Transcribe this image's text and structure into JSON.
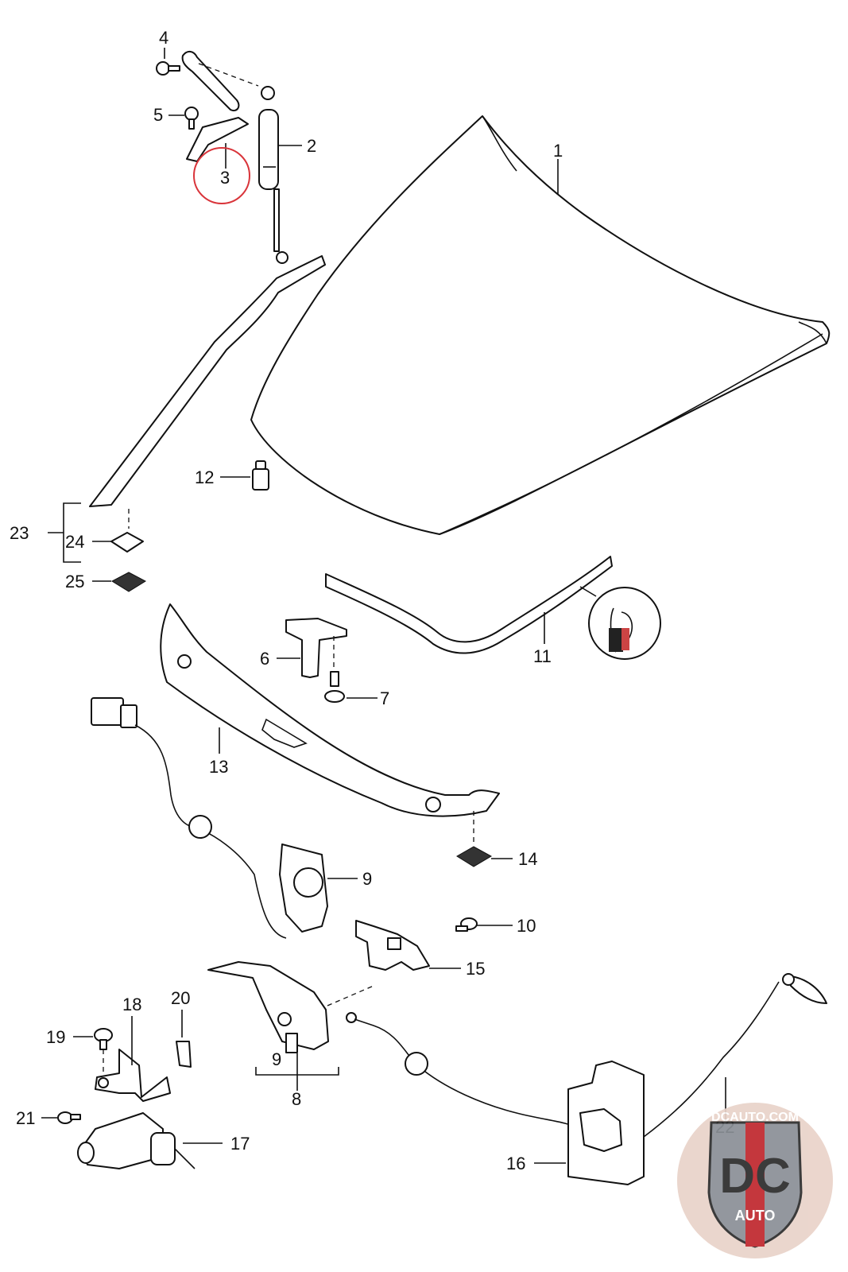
{
  "callouts": [
    {
      "id": "1",
      "label": "1"
    },
    {
      "id": "2",
      "label": "2"
    },
    {
      "id": "3",
      "label": "3"
    },
    {
      "id": "4",
      "label": "4"
    },
    {
      "id": "5",
      "label": "5"
    },
    {
      "id": "6",
      "label": "6"
    },
    {
      "id": "7",
      "label": "7"
    },
    {
      "id": "8",
      "label": "8"
    },
    {
      "id": "9a",
      "label": "9"
    },
    {
      "id": "9b",
      "label": "9"
    },
    {
      "id": "10",
      "label": "10"
    },
    {
      "id": "11",
      "label": "11"
    },
    {
      "id": "12",
      "label": "12"
    },
    {
      "id": "13",
      "label": "13"
    },
    {
      "id": "14",
      "label": "14"
    },
    {
      "id": "15",
      "label": "15"
    },
    {
      "id": "16",
      "label": "16"
    },
    {
      "id": "17",
      "label": "17"
    },
    {
      "id": "18",
      "label": "18"
    },
    {
      "id": "19",
      "label": "19"
    },
    {
      "id": "20",
      "label": "20"
    },
    {
      "id": "21",
      "label": "21"
    },
    {
      "id": "22",
      "label": "22"
    },
    {
      "id": "23",
      "label": "23"
    },
    {
      "id": "24",
      "label": "24"
    },
    {
      "id": "25",
      "label": "25"
    }
  ],
  "highlight": {
    "callout": "3",
    "color": "#d9343a"
  },
  "watermark": {
    "url_text": "DCAUTO.COM",
    "mark": "DC",
    "sub": "AUTO",
    "colors": {
      "red": "#c0272d",
      "steel": "#8a8f96",
      "dark": "#2b2b2b",
      "cream": "#e9d3c9"
    }
  }
}
